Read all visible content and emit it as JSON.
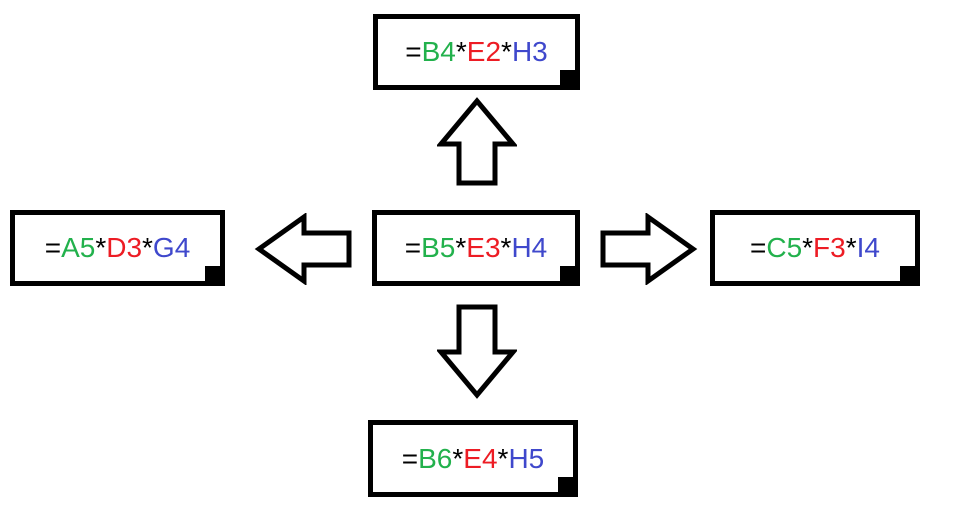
{
  "palette": {
    "green": "#22B14C",
    "red": "#ED1C24",
    "blue": "#3F48CC",
    "black": "#000000",
    "box-border": "#000000",
    "background": "#FFFFFF"
  },
  "boxes": {
    "top": {
      "eq": "=",
      "ref1": "B4",
      "mul1": "*",
      "ref2": "E2",
      "mul2": "*",
      "ref3": "H3"
    },
    "left": {
      "eq": "=",
      "ref1": "A5",
      "mul1": "*",
      "ref2": "D3",
      "mul2": "*",
      "ref3": "G4"
    },
    "center": {
      "eq": "=",
      "ref1": "B5",
      "mul1": "*",
      "ref2": "E3",
      "mul2": "*",
      "ref3": "H4"
    },
    "right": {
      "eq": "=",
      "ref1": "C5",
      "mul1": "*",
      "ref2": "F3",
      "mul2": "*",
      "ref3": "I4"
    },
    "bottom": {
      "eq": "=",
      "ref1": "B6",
      "mul1": "*",
      "ref2": "E4",
      "mul2": "*",
      "ref3": "H5"
    }
  },
  "arrows": [
    "up",
    "left",
    "right",
    "down"
  ]
}
